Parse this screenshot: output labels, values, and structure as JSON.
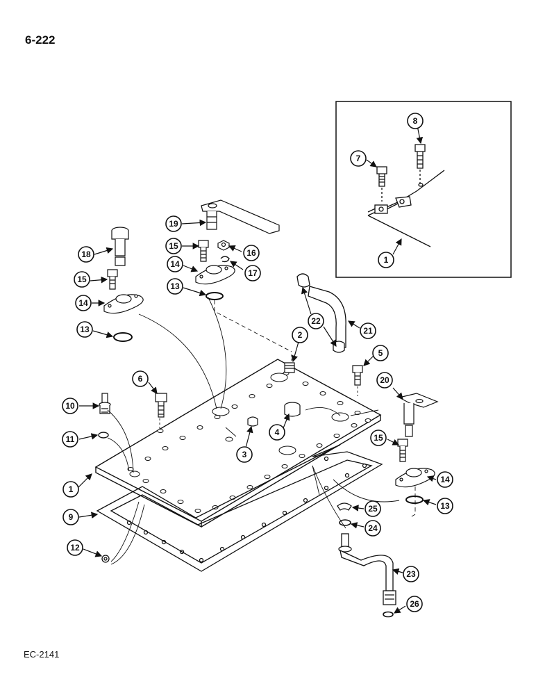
{
  "page_number": "6-222",
  "figure_reference": "EC-2141",
  "callouts": [
    {
      "id": "c1-main",
      "label": "1"
    },
    {
      "id": "c1-inset",
      "label": "1"
    },
    {
      "id": "c2",
      "label": "2"
    },
    {
      "id": "c3",
      "label": "3"
    },
    {
      "id": "c4",
      "label": "4"
    },
    {
      "id": "c5",
      "label": "5"
    },
    {
      "id": "c6",
      "label": "6"
    },
    {
      "id": "c7",
      "label": "7"
    },
    {
      "id": "c8",
      "label": "8"
    },
    {
      "id": "c9",
      "label": "9"
    },
    {
      "id": "c10",
      "label": "10"
    },
    {
      "id": "c11",
      "label": "11"
    },
    {
      "id": "c12",
      "label": "12"
    },
    {
      "id": "c13-a",
      "label": "13"
    },
    {
      "id": "c13-b",
      "label": "13"
    },
    {
      "id": "c13-c",
      "label": "13"
    },
    {
      "id": "c14-a",
      "label": "14"
    },
    {
      "id": "c14-b",
      "label": "14"
    },
    {
      "id": "c14-c",
      "label": "14"
    },
    {
      "id": "c15-a",
      "label": "15"
    },
    {
      "id": "c15-b",
      "label": "15"
    },
    {
      "id": "c15-c",
      "label": "15"
    },
    {
      "id": "c16",
      "label": "16"
    },
    {
      "id": "c17",
      "label": "17"
    },
    {
      "id": "c18",
      "label": "18"
    },
    {
      "id": "c19",
      "label": "19"
    },
    {
      "id": "c20",
      "label": "20"
    },
    {
      "id": "c21",
      "label": "21"
    },
    {
      "id": "c22",
      "label": "22"
    },
    {
      "id": "c23",
      "label": "23"
    },
    {
      "id": "c24",
      "label": "24"
    },
    {
      "id": "c25",
      "label": "25"
    },
    {
      "id": "c26",
      "label": "26"
    }
  ]
}
